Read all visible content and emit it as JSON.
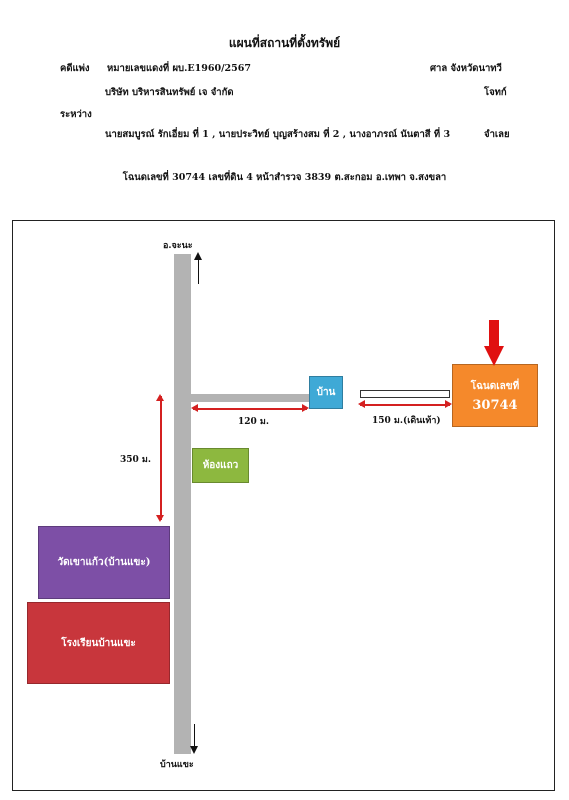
{
  "header": {
    "title": "แผนที่สถานที่ตั้งทรัพย์",
    "case_label": "คดีแพ่ง",
    "case_number": "หมายเลขแดงที่ ผบ.E1960/2567",
    "court": "ศาล จังหวัดนาทวี",
    "plaintiff": "บริษัท บริหารสินทรัพย์ เจ จำกัด",
    "plaintiff_role": "โจทก์",
    "between": "ระหว่าง",
    "defendants": "นายสมบูรณ์ รักเอี่ยม ที่ 1 , นายประวิทย์ บุญสร้างสม ที่ 2 , นางอาภรณ์ นันตาสี ที่ 3",
    "defendant_role": "จำเลย",
    "deed_line": "โฉนดเลขที่ 30744 เลขที่ดิน 4 หน้าสำรวจ 3839 ต.สะกอม อ.เทพา จ.สงขลา"
  },
  "map": {
    "north_label": "อ.จะนะ",
    "south_label": "บ้านแขะ",
    "house": "บ้าน",
    "shophouse": "ห้องแถว",
    "temple": "วัดเขาแก้ว(บ้านแขะ)",
    "school": "โรงเรียนบ้านแขะ",
    "deed_title": "โฉนดเลขที่",
    "deed_number": "30744",
    "dist_vertical": "350 ม.",
    "dist_road": "120 ม.",
    "dist_walk": "150 ม.(เดินเท้า)"
  },
  "colors": {
    "road": "#b3b3b3",
    "house": "#3fa9d6",
    "shophouse": "#8db83f",
    "temple": "#7d4fa6",
    "school": "#c8363c",
    "deed": "#f5892b",
    "marker": "#e01010",
    "dimension": "#d42020"
  }
}
